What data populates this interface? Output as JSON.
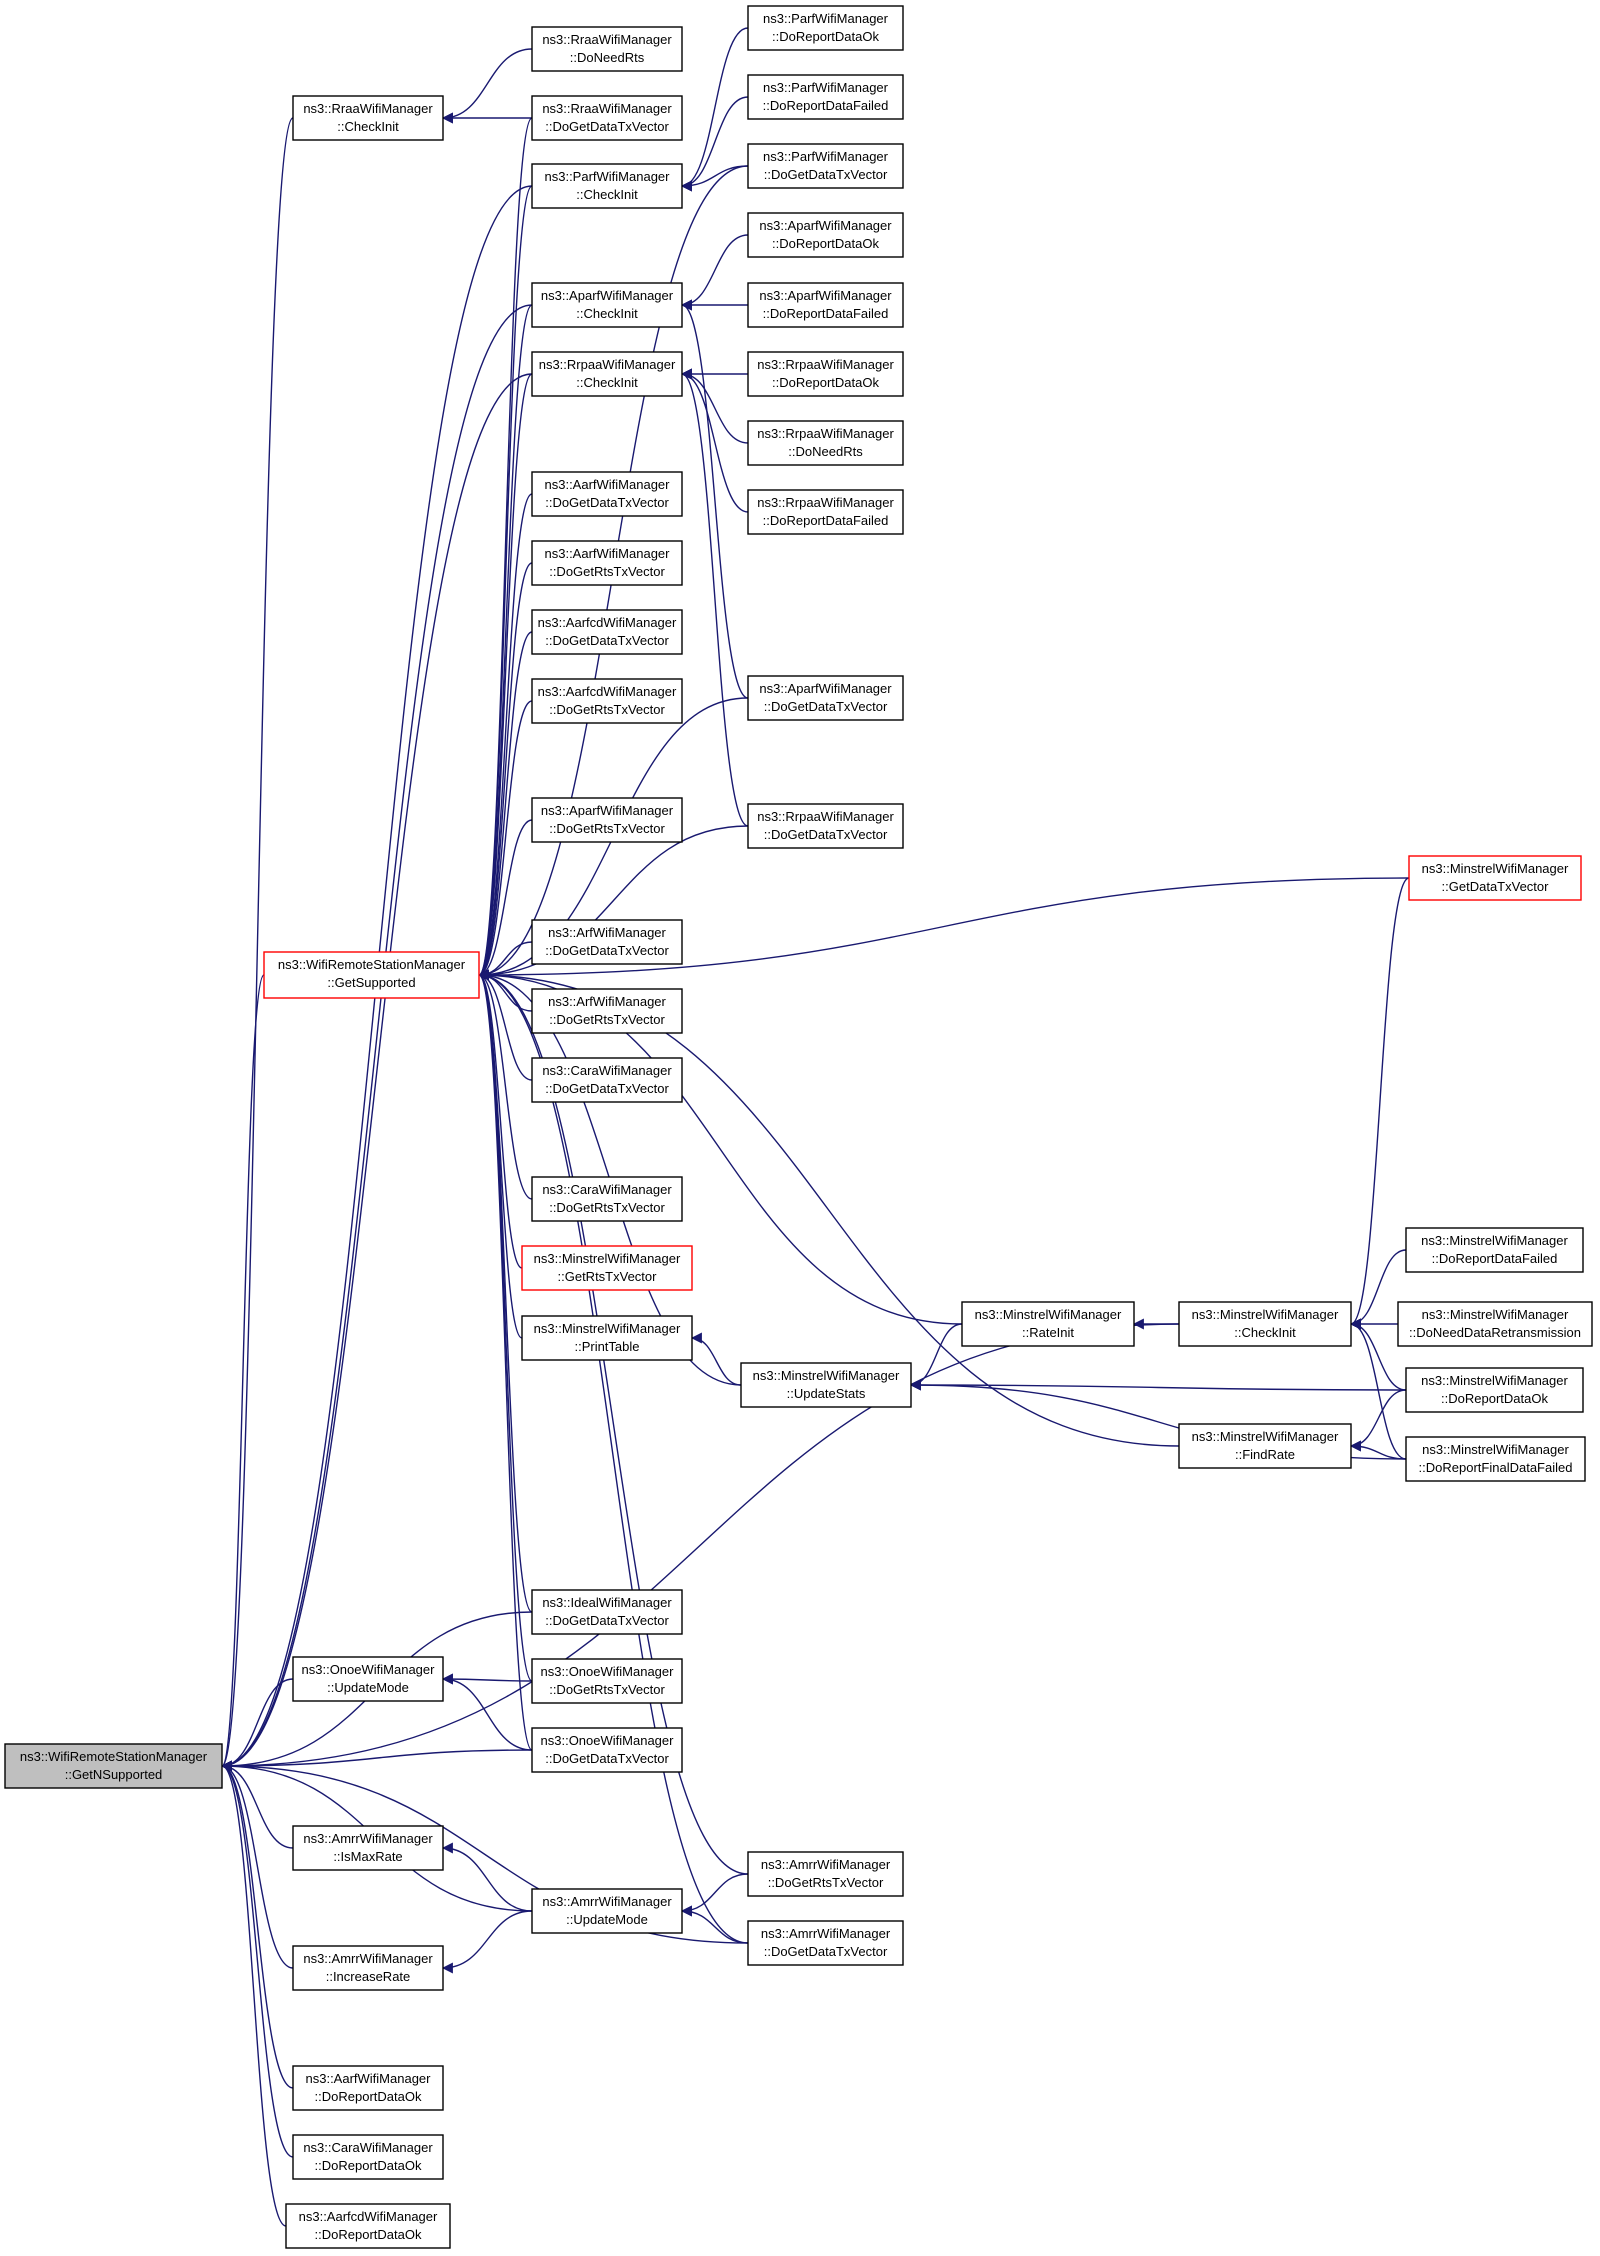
{
  "colors": {
    "edge": "#191970",
    "node_border": "#000000",
    "highlight_border": "#ff0000",
    "root_fill": "#bfbfbf",
    "background": "#ffffff"
  },
  "nodes": [
    {
      "id": "root",
      "line1": "ns3::WifiRemoteStationManager",
      "line2": "::GetNSupported",
      "style": "root"
    },
    {
      "id": "rraa_check",
      "line1": "ns3::RraaWifiManager",
      "line2": "::CheckInit"
    },
    {
      "id": "rraa_needrts",
      "line1": "ns3::RraaWifiManager",
      "line2": "::DoNeedRts"
    },
    {
      "id": "rraa_getdata",
      "line1": "ns3::RraaWifiManager",
      "line2": "::DoGetDataTxVector"
    },
    {
      "id": "parf_ok",
      "line1": "ns3::ParfWifiManager",
      "line2": "::DoReportDataOk"
    },
    {
      "id": "parf_failed",
      "line1": "ns3::ParfWifiManager",
      "line2": "::DoReportDataFailed"
    },
    {
      "id": "parf_check",
      "line1": "ns3::ParfWifiManager",
      "line2": "::CheckInit"
    },
    {
      "id": "parf_getdata",
      "line1": "ns3::ParfWifiManager",
      "line2": "::DoGetDataTxVector"
    },
    {
      "id": "aparf_ok",
      "line1": "ns3::AparfWifiManager",
      "line2": "::DoReportDataOk"
    },
    {
      "id": "aparf_check",
      "line1": "ns3::AparfWifiManager",
      "line2": "::CheckInit"
    },
    {
      "id": "aparf_failed",
      "line1": "ns3::AparfWifiManager",
      "line2": "::DoReportDataFailed"
    },
    {
      "id": "rrpaa_check",
      "line1": "ns3::RrpaaWifiManager",
      "line2": "::CheckInit"
    },
    {
      "id": "rrpaa_ok",
      "line1": "ns3::RrpaaWifiManager",
      "line2": "::DoReportDataOk"
    },
    {
      "id": "rrpaa_needrts",
      "line1": "ns3::RrpaaWifiManager",
      "line2": "::DoNeedRts"
    },
    {
      "id": "rrpaa_failed",
      "line1": "ns3::RrpaaWifiManager",
      "line2": "::DoReportDataFailed"
    },
    {
      "id": "aarf_getdata",
      "line1": "ns3::AarfWifiManager",
      "line2": "::DoGetDataTxVector"
    },
    {
      "id": "aarf_getrts",
      "line1": "ns3::AarfWifiManager",
      "line2": "::DoGetRtsTxVector"
    },
    {
      "id": "aarfcd_getdata",
      "line1": "ns3::AarfcdWifiManager",
      "line2": "::DoGetDataTxVector"
    },
    {
      "id": "aarfcd_getrts",
      "line1": "ns3::AarfcdWifiManager",
      "line2": "::DoGetRtsTxVector"
    },
    {
      "id": "aparf_getdata",
      "line1": "ns3::AparfWifiManager",
      "line2": "::DoGetDataTxVector"
    },
    {
      "id": "aparf_getrts",
      "line1": "ns3::AparfWifiManager",
      "line2": "::DoGetRtsTxVector"
    },
    {
      "id": "rrpaa_getdata",
      "line1": "ns3::RrpaaWifiManager",
      "line2": "::DoGetDataTxVector"
    },
    {
      "id": "minstrel_getdata",
      "line1": "ns3::MinstrelWifiManager",
      "line2": "::GetDataTxVector",
      "style": "highlight"
    },
    {
      "id": "getsupported",
      "line1": "ns3::WifiRemoteStationManager",
      "line2": "::GetSupported",
      "style": "highlight"
    },
    {
      "id": "arf_getdata",
      "line1": "ns3::ArfWifiManager",
      "line2": "::DoGetDataTxVector"
    },
    {
      "id": "arf_getrts",
      "line1": "ns3::ArfWifiManager",
      "line2": "::DoGetRtsTxVector"
    },
    {
      "id": "cara_getdata",
      "line1": "ns3::CaraWifiManager",
      "line2": "::DoGetDataTxVector"
    },
    {
      "id": "cara_getrts",
      "line1": "ns3::CaraWifiManager",
      "line2": "::DoGetRtsTxVector"
    },
    {
      "id": "minstrel_getrts",
      "line1": "ns3::MinstrelWifiManager",
      "line2": "::GetRtsTxVector",
      "style": "highlight"
    },
    {
      "id": "minstrel_failed",
      "line1": "ns3::MinstrelWifiManager",
      "line2": "::DoReportDataFailed"
    },
    {
      "id": "minstrel_rateinit",
      "line1": "ns3::MinstrelWifiManager",
      "line2": "::RateInit"
    },
    {
      "id": "minstrel_check",
      "line1": "ns3::MinstrelWifiManager",
      "line2": "::CheckInit"
    },
    {
      "id": "minstrel_needretrans",
      "line1": "ns3::MinstrelWifiManager",
      "line2": "::DoNeedDataRetransmission"
    },
    {
      "id": "minstrel_printtable",
      "line1": "ns3::MinstrelWifiManager",
      "line2": "::PrintTable"
    },
    {
      "id": "minstrel_updatestats",
      "line1": "ns3::MinstrelWifiManager",
      "line2": "::UpdateStats"
    },
    {
      "id": "minstrel_ok",
      "line1": "ns3::MinstrelWifiManager",
      "line2": "::DoReportDataOk"
    },
    {
      "id": "minstrel_findrate",
      "line1": "ns3::MinstrelWifiManager",
      "line2": "::FindRate"
    },
    {
      "id": "minstrel_finalfailed",
      "line1": "ns3::MinstrelWifiManager",
      "line2": "::DoReportFinalDataFailed"
    },
    {
      "id": "ideal_getdata",
      "line1": "ns3::IdealWifiManager",
      "line2": "::DoGetDataTxVector"
    },
    {
      "id": "onoe_update",
      "line1": "ns3::OnoeWifiManager",
      "line2": "::UpdateMode"
    },
    {
      "id": "onoe_getrts",
      "line1": "ns3::OnoeWifiManager",
      "line2": "::DoGetRtsTxVector"
    },
    {
      "id": "onoe_getdata",
      "line1": "ns3::OnoeWifiManager",
      "line2": "::DoGetDataTxVector"
    },
    {
      "id": "amrr_ismax",
      "line1": "ns3::AmrrWifiManager",
      "line2": "::IsMaxRate"
    },
    {
      "id": "amrr_update",
      "line1": "ns3::AmrrWifiManager",
      "line2": "::UpdateMode"
    },
    {
      "id": "amrr_getrts",
      "line1": "ns3::AmrrWifiManager",
      "line2": "::DoGetRtsTxVector"
    },
    {
      "id": "amrr_increase",
      "line1": "ns3::AmrrWifiManager",
      "line2": "::IncreaseRate"
    },
    {
      "id": "amrr_getdata",
      "line1": "ns3::AmrrWifiManager",
      "line2": "::DoGetDataTxVector"
    },
    {
      "id": "aarf_ok",
      "line1": "ns3::AarfWifiManager",
      "line2": "::DoReportDataOk"
    },
    {
      "id": "cara_ok",
      "line1": "ns3::CaraWifiManager",
      "line2": "::DoReportDataOk"
    },
    {
      "id": "aarfcd_ok",
      "line1": "ns3::AarfcdWifiManager",
      "line2": "::DoReportDataOk"
    }
  ],
  "edges": [
    {
      "from": "rraa_check",
      "to": "root"
    },
    {
      "from": "rraa_needrts",
      "to": "rraa_check"
    },
    {
      "from": "rraa_getdata",
      "to": "rraa_check"
    },
    {
      "from": "rraa_getdata",
      "to": "getsupported"
    },
    {
      "from": "parf_check",
      "to": "root"
    },
    {
      "from": "parf_check",
      "to": "getsupported"
    },
    {
      "from": "parf_ok",
      "to": "parf_check"
    },
    {
      "from": "parf_failed",
      "to": "parf_check"
    },
    {
      "from": "parf_getdata",
      "to": "parf_check"
    },
    {
      "from": "parf_getdata",
      "to": "getsupported"
    },
    {
      "from": "aparf_check",
      "to": "root"
    },
    {
      "from": "aparf_check",
      "to": "getsupported"
    },
    {
      "from": "aparf_ok",
      "to": "aparf_check"
    },
    {
      "from": "aparf_failed",
      "to": "aparf_check"
    },
    {
      "from": "aparf_getdata",
      "to": "aparf_check"
    },
    {
      "from": "aparf_getdata",
      "to": "getsupported"
    },
    {
      "from": "rrpaa_check",
      "to": "root"
    },
    {
      "from": "rrpaa_check",
      "to": "getsupported"
    },
    {
      "from": "rrpaa_ok",
      "to": "rrpaa_check"
    },
    {
      "from": "rrpaa_needrts",
      "to": "rrpaa_check"
    },
    {
      "from": "rrpaa_failed",
      "to": "rrpaa_check"
    },
    {
      "from": "rrpaa_getdata",
      "to": "rrpaa_check"
    },
    {
      "from": "rrpaa_getdata",
      "to": "getsupported"
    },
    {
      "from": "minstrel_getdata",
      "to": "getsupported"
    },
    {
      "from": "aarf_getdata",
      "to": "getsupported"
    },
    {
      "from": "aarf_getrts",
      "to": "getsupported"
    },
    {
      "from": "aarfcd_getdata",
      "to": "getsupported"
    },
    {
      "from": "aarfcd_getrts",
      "to": "getsupported"
    },
    {
      "from": "aparf_getrts",
      "to": "getsupported"
    },
    {
      "from": "arf_getdata",
      "to": "getsupported"
    },
    {
      "from": "arf_getrts",
      "to": "getsupported"
    },
    {
      "from": "cara_getdata",
      "to": "getsupported"
    },
    {
      "from": "cara_getrts",
      "to": "getsupported"
    },
    {
      "from": "minstrel_getrts",
      "to": "getsupported"
    },
    {
      "from": "minstrel_printtable",
      "to": "getsupported"
    },
    {
      "from": "minstrel_rateinit",
      "to": "getsupported"
    },
    {
      "from": "minstrel_updatestats",
      "to": "getsupported"
    },
    {
      "from": "minstrel_findrate",
      "to": "getsupported"
    },
    {
      "from": "ideal_getdata",
      "to": "getsupported"
    },
    {
      "from": "onoe_getrts",
      "to": "getsupported"
    },
    {
      "from": "onoe_getdata",
      "to": "getsupported"
    },
    {
      "from": "amrr_getrts",
      "to": "getsupported"
    },
    {
      "from": "amrr_getdata",
      "to": "getsupported"
    },
    {
      "from": "getsupported",
      "to": "root"
    },
    {
      "from": "minstrel_check",
      "to": "root"
    },
    {
      "from": "minstrel_check",
      "to": "minstrel_rateinit"
    },
    {
      "from": "minstrel_getdata",
      "to": "minstrel_check"
    },
    {
      "from": "minstrel_failed",
      "to": "minstrel_check"
    },
    {
      "from": "minstrel_needretrans",
      "to": "minstrel_check"
    },
    {
      "from": "minstrel_ok",
      "to": "minstrel_check"
    },
    {
      "from": "minstrel_finalfailed",
      "to": "minstrel_check"
    },
    {
      "from": "minstrel_rateinit",
      "to": "minstrel_updatestats"
    },
    {
      "from": "minstrel_ok",
      "to": "minstrel_updatestats"
    },
    {
      "from": "minstrel_finalfailed",
      "to": "minstrel_updatestats"
    },
    {
      "from": "minstrel_updatestats",
      "to": "minstrel_printtable"
    },
    {
      "from": "minstrel_ok",
      "to": "minstrel_findrate"
    },
    {
      "from": "minstrel_finalfailed",
      "to": "minstrel_findrate"
    },
    {
      "from": "ideal_getdata",
      "to": "root"
    },
    {
      "from": "onoe_update",
      "to": "root"
    },
    {
      "from": "onoe_getrts",
      "to": "onoe_update"
    },
    {
      "from": "onoe_getdata",
      "to": "onoe_update"
    },
    {
      "from": "onoe_getdata",
      "to": "root"
    },
    {
      "from": "amrr_ismax",
      "to": "root"
    },
    {
      "from": "amrr_update",
      "to": "amrr_ismax"
    },
    {
      "from": "amrr_update",
      "to": "root"
    },
    {
      "from": "amrr_update",
      "to": "amrr_increase"
    },
    {
      "from": "amrr_getrts",
      "to": "amrr_update"
    },
    {
      "from": "amrr_getdata",
      "to": "amrr_update"
    },
    {
      "from": "amrr_increase",
      "to": "root"
    },
    {
      "from": "amrr_getdata",
      "to": "root"
    },
    {
      "from": "aarf_ok",
      "to": "root"
    },
    {
      "from": "cara_ok",
      "to": "root"
    },
    {
      "from": "aarfcd_ok",
      "to": "root"
    }
  ]
}
